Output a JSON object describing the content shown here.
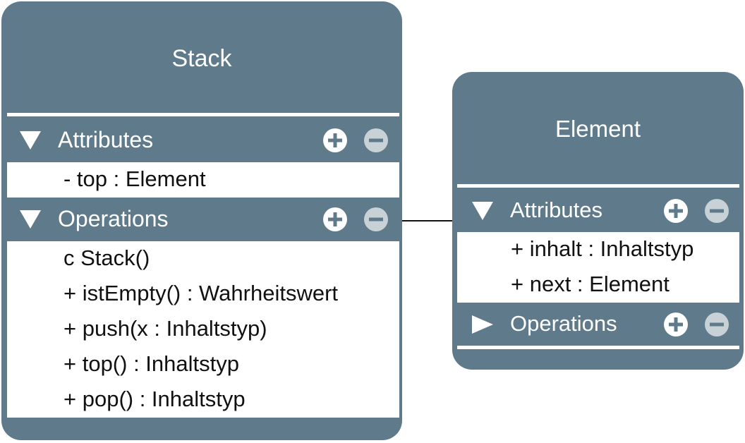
{
  "colors": {
    "box_fill": "#5f7a8a",
    "compartment_fill": "#ffffff",
    "header_text": "#ffffff",
    "member_text": "#111111",
    "add_button": "#ffffff",
    "remove_button": "#c8d1d6",
    "connector": "#111111"
  },
  "classes": {
    "stack": {
      "name": "Stack",
      "attributes_header": {
        "label": "Attributes",
        "expanded": true,
        "icons": [
          "triangle-down-icon",
          "plus-circle-icon",
          "minus-circle-icon"
        ]
      },
      "attributes": [
        "- top : Element"
      ],
      "operations_header": {
        "label": "Operations",
        "expanded": true,
        "icons": [
          "triangle-down-icon",
          "plus-circle-icon",
          "minus-circle-icon"
        ]
      },
      "operations": [
        "c Stack()",
        "+ istEmpty() : Wahrheitswert",
        "+ push(x : Inhaltstyp)",
        "+ top() : Inhaltstyp",
        "+ pop() : Inhaltstyp"
      ]
    },
    "element": {
      "name": "Element",
      "attributes_header": {
        "label": "Attributes",
        "expanded": true,
        "icons": [
          "triangle-down-icon",
          "plus-circle-icon",
          "minus-circle-icon"
        ]
      },
      "attributes": [
        "+ inhalt : Inhaltstyp",
        "+ next : Element"
      ],
      "operations_header": {
        "label": "Operations",
        "expanded": false,
        "icons": [
          "triangle-right-icon",
          "plus-circle-icon",
          "minus-circle-icon"
        ]
      }
    }
  }
}
